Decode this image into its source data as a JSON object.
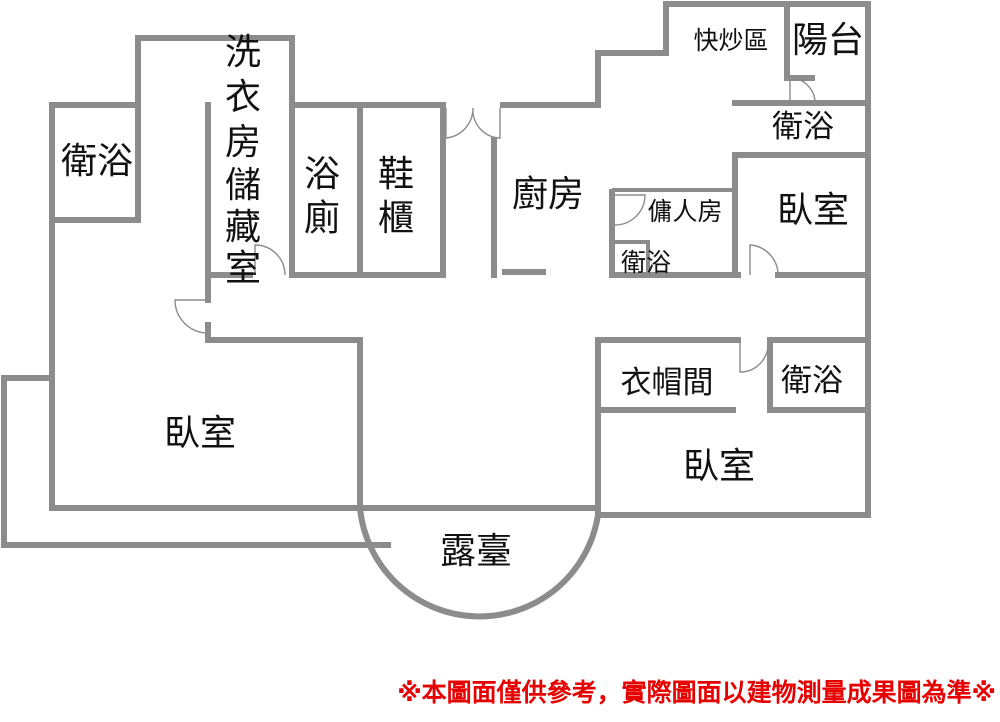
{
  "rooms": {
    "bath_top_left": "衛浴",
    "laundry_storage": [
      "洗",
      "衣",
      "房",
      "儲",
      "藏",
      "室"
    ],
    "toilet": [
      "浴",
      "廁"
    ],
    "shoe_cabinet": [
      "鞋",
      "櫃"
    ],
    "kitchen": "廚房",
    "stir_fry_area": "快炒區",
    "balcony": "陽台",
    "bath_top_right": "衛浴",
    "maid_room": "傭人房",
    "maid_bath": "衛浴",
    "bedroom_right_top": "臥室",
    "walk_in_closet": "衣帽間",
    "bath_mid_right": "衛浴",
    "bedroom_left": "臥室",
    "bedroom_right_bottom": "臥室",
    "terrace": "露臺"
  },
  "footer_note": "※本圖面僅供參考，實際圖面以建物測量成果圖為準※",
  "colors": {
    "wall": "#8c8c8c",
    "text": "#111111",
    "note": "#e60000",
    "background": "#ffffff"
  }
}
